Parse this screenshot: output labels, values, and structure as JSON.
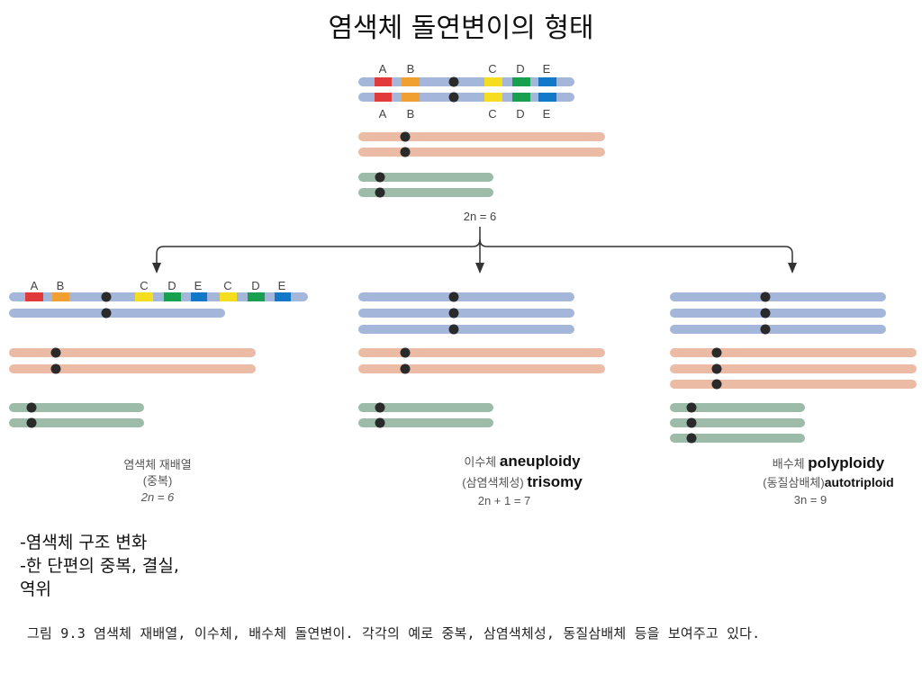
{
  "title": "염색체 돌연변이의 형태",
  "colors": {
    "blue": "#a4b7db",
    "salmon": "#ebbba5",
    "green": "#9cbba8",
    "centromere": "#2a2a2a",
    "arrow": "#333333",
    "gene_A": "#e03a3a",
    "gene_B": "#f0a030",
    "gene_C": "#f5de20",
    "gene_D": "#18a050",
    "gene_E": "#1478c8"
  },
  "top": {
    "gene_labels_upper": [
      "A",
      "B",
      "C",
      "D",
      "E"
    ],
    "gene_labels_lower": [
      "A",
      "B",
      "C",
      "D",
      "E"
    ],
    "ploidy": "2n = 6"
  },
  "left_panel": {
    "gene_labels": [
      "A",
      "B",
      "C",
      "D",
      "E",
      "C",
      "D",
      "E"
    ],
    "line1": "염색체 재배열",
    "line2": "(중복)",
    "line3": "2n = 6"
  },
  "middle_panel": {
    "line1_ko": "이수체",
    "line1_en": "aneuploidy",
    "line2_ko": "(삼염색체성)",
    "line2_en": "trisomy",
    "line3": "2n + 1 = 7"
  },
  "right_panel": {
    "line1_ko": "배수체",
    "line1_en": "polyploidy",
    "line2_ko": "(동질삼배체)",
    "line2_en": "autotriploid",
    "line3": "3n = 9"
  },
  "notes": [
    "-염색체 구조 변화",
    "-한 단편의 중복, 결실,",
    "역위"
  ],
  "caption": "그림 9.3 염색체 재배열, 이수체, 배수체 돌연변이. 각각의 예로 중복, 삼염색체성, 동질삼배체 등을 보여주고 있다."
}
